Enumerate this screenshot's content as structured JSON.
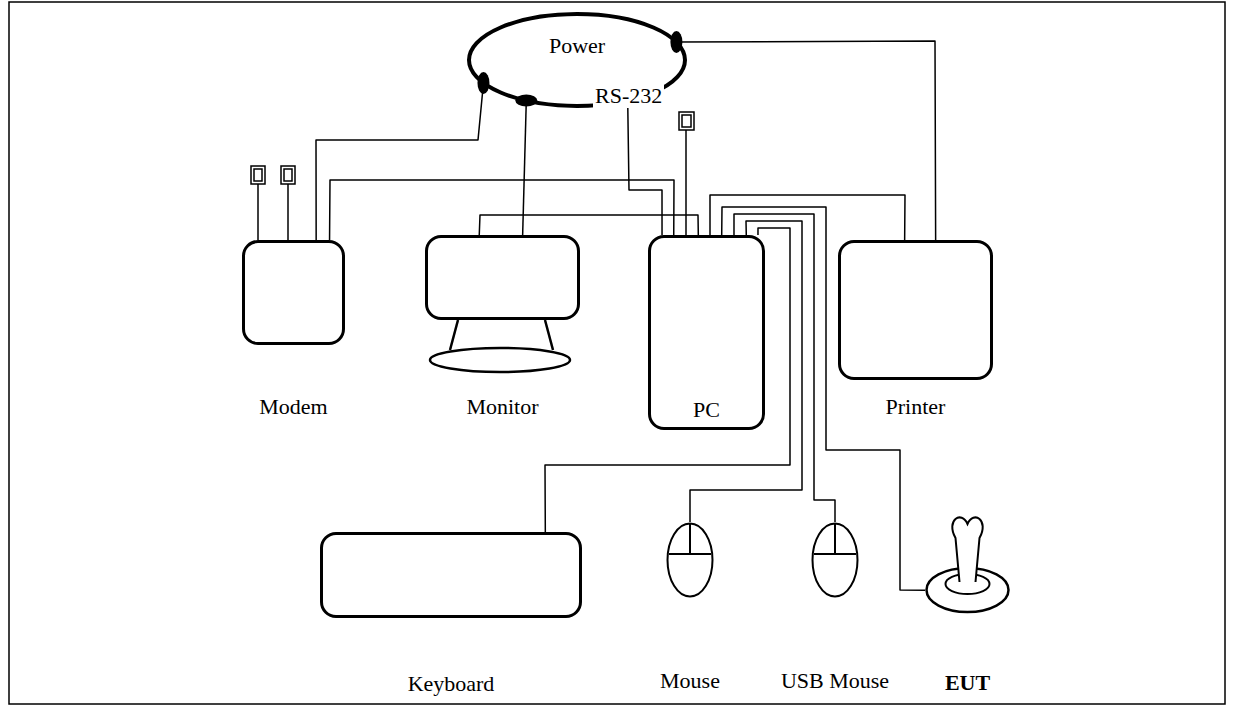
{
  "diagram": {
    "nodes": [
      {
        "text": [
          "Power"
        ]
      },
      {
        "text": [
          "Modem"
        ]
      },
      {
        "text": [
          "Monitor"
        ]
      },
      {
        "text": [
          "PC"
        ]
      },
      {
        "text": [
          "Printer"
        ]
      },
      {
        "text": [
          "Keyboard"
        ]
      },
      {
        "text": [
          "Mouse"
        ]
      },
      {
        "text": [
          "USB Mouse"
        ]
      },
      {
        "text": [
          "EUT"
        ]
      }
    ],
    "edges": [
      {
        "from": 0,
        "to": 1,
        "arrow": "none"
      },
      {
        "from": 0,
        "to": 2,
        "arrow": "none"
      },
      {
        "from": 0,
        "to": 3,
        "arrow": "none"
      },
      {
        "from": 0,
        "to": 4,
        "arrow": "none"
      },
      {
        "from": 1,
        "to": 3,
        "arrow": "none"
      },
      {
        "from": 2,
        "to": 3,
        "arrow": "none"
      },
      {
        "from": 4,
        "to": 3,
        "arrow": "none"
      },
      {
        "from": 5,
        "to": 3,
        "arrow": "none"
      },
      {
        "from": 6,
        "to": 3,
        "arrow": "none"
      },
      {
        "from": 7,
        "to": 3,
        "arrow": "none"
      },
      {
        "from": 8,
        "to": 3,
        "arrow": "none"
      }
    ],
    "labels": [
      "RS-232"
    ]
  }
}
